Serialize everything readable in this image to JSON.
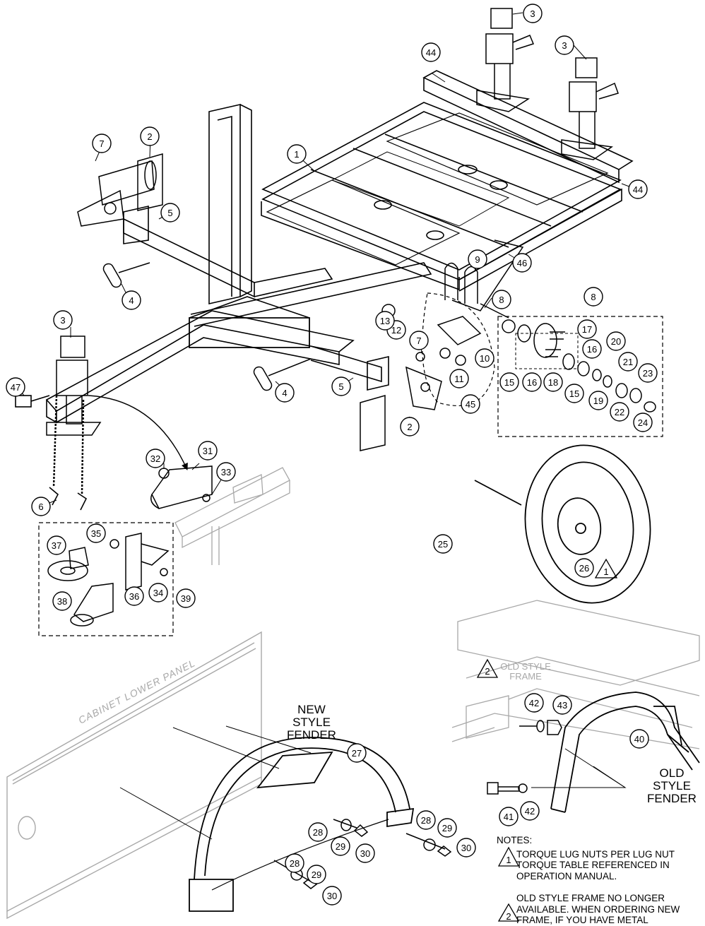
{
  "labels": {
    "new_style_fender": [
      "NEW",
      "STYLE",
      "FENDER"
    ],
    "old_style_fender": [
      "OLD",
      "STYLE",
      "FENDER"
    ],
    "old_style_frame": [
      "OLD STYLE",
      "FRAME"
    ],
    "cabinet_lower_panel": "CABINET LOWER PANEL"
  },
  "notes": {
    "heading": "NOTES:",
    "items": [
      {
        "symbol": "1",
        "lines": [
          "TORQUE LUG NUTS PER LUG NUT",
          "TORQUE TABLE REFERENCED IN",
          "OPERATION MANUAL."
        ]
      },
      {
        "symbol": "2",
        "lines": [
          "OLD STYLE FRAME NO LONGER",
          "AVAILABLE. WHEN ORDERING NEW",
          "FRAME, IF YOU HAVE METAL"
        ]
      }
    ]
  },
  "callouts": [
    "1",
    "2",
    "2",
    "3",
    "3",
    "3",
    "4",
    "4",
    "5",
    "5",
    "6",
    "7",
    "7",
    "8",
    "8",
    "9",
    "10",
    "11",
    "12",
    "13",
    "15",
    "15",
    "16",
    "16",
    "17",
    "18",
    "19",
    "20",
    "21",
    "22",
    "23",
    "24",
    "25",
    "26",
    "27",
    "28",
    "28",
    "28",
    "29",
    "29",
    "29",
    "30",
    "30",
    "30",
    "31",
    "32",
    "33",
    "34",
    "35",
    "36",
    "37",
    "38",
    "39",
    "40",
    "41",
    "42",
    "42",
    "43",
    "44",
    "44",
    "45",
    "46",
    "47"
  ]
}
